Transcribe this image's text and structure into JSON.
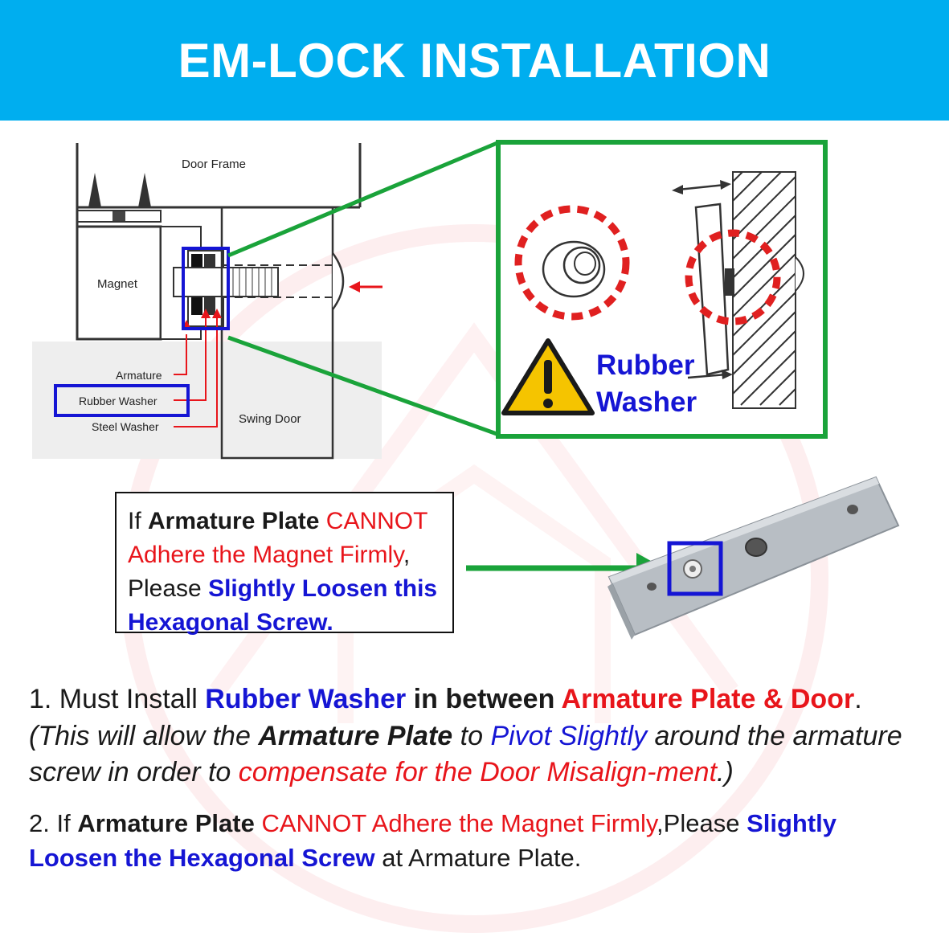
{
  "header": {
    "title": "EM-LOCK INSTALLATION"
  },
  "colors": {
    "banner": "#00aeef",
    "accent_red": "#e8151b",
    "accent_blue": "#1515d4",
    "frame_green": "#1aa33a"
  },
  "diagram": {
    "labels": {
      "door_frame": "Door Frame",
      "magnet": "Magnet",
      "armature": "Armature",
      "rubber_washer": "Rubber Washer",
      "steel_washer": "Steel Washer",
      "swing_door": "Swing Door"
    },
    "icons": [
      "warning-icon",
      "rubber-washer-ring",
      "armature-plate"
    ]
  },
  "zoom_panel": {
    "label_line1": "Rubber",
    "label_line2": "Washer"
  },
  "callout": {
    "p1": "If ",
    "p2": "Armature Plate",
    "p3": " CANNOT Adhere the Magnet Firmly",
    "p4": ", Please ",
    "p5": "Slightly Loosen this Hexagonal Screw."
  },
  "notes": {
    "n1_a": "1. Must Install ",
    "n1_b": "Rubber Washer",
    "n1_c": " in between ",
    "n1_d": "Armature Plate & Door",
    "n1_e": ".",
    "n1_f": "(This will allow the ",
    "n1_g": "Armature Plate",
    "n1_h": " to ",
    "n1_i": "Pivot Slightly",
    "n1_j": " around the armature screw in order to ",
    "n1_k": "compensate for the Door Misalign-ment",
    "n1_l": ".)",
    "n2_a": "2. If ",
    "n2_b": "Armature Plate",
    "n2_c": " CANNOT Adhere the Magnet Firmly",
    "n2_d": ",Please ",
    "n2_e": "Slightly Loosen the Hexagonal Screw",
    "n2_f": " at Armature Plate."
  }
}
